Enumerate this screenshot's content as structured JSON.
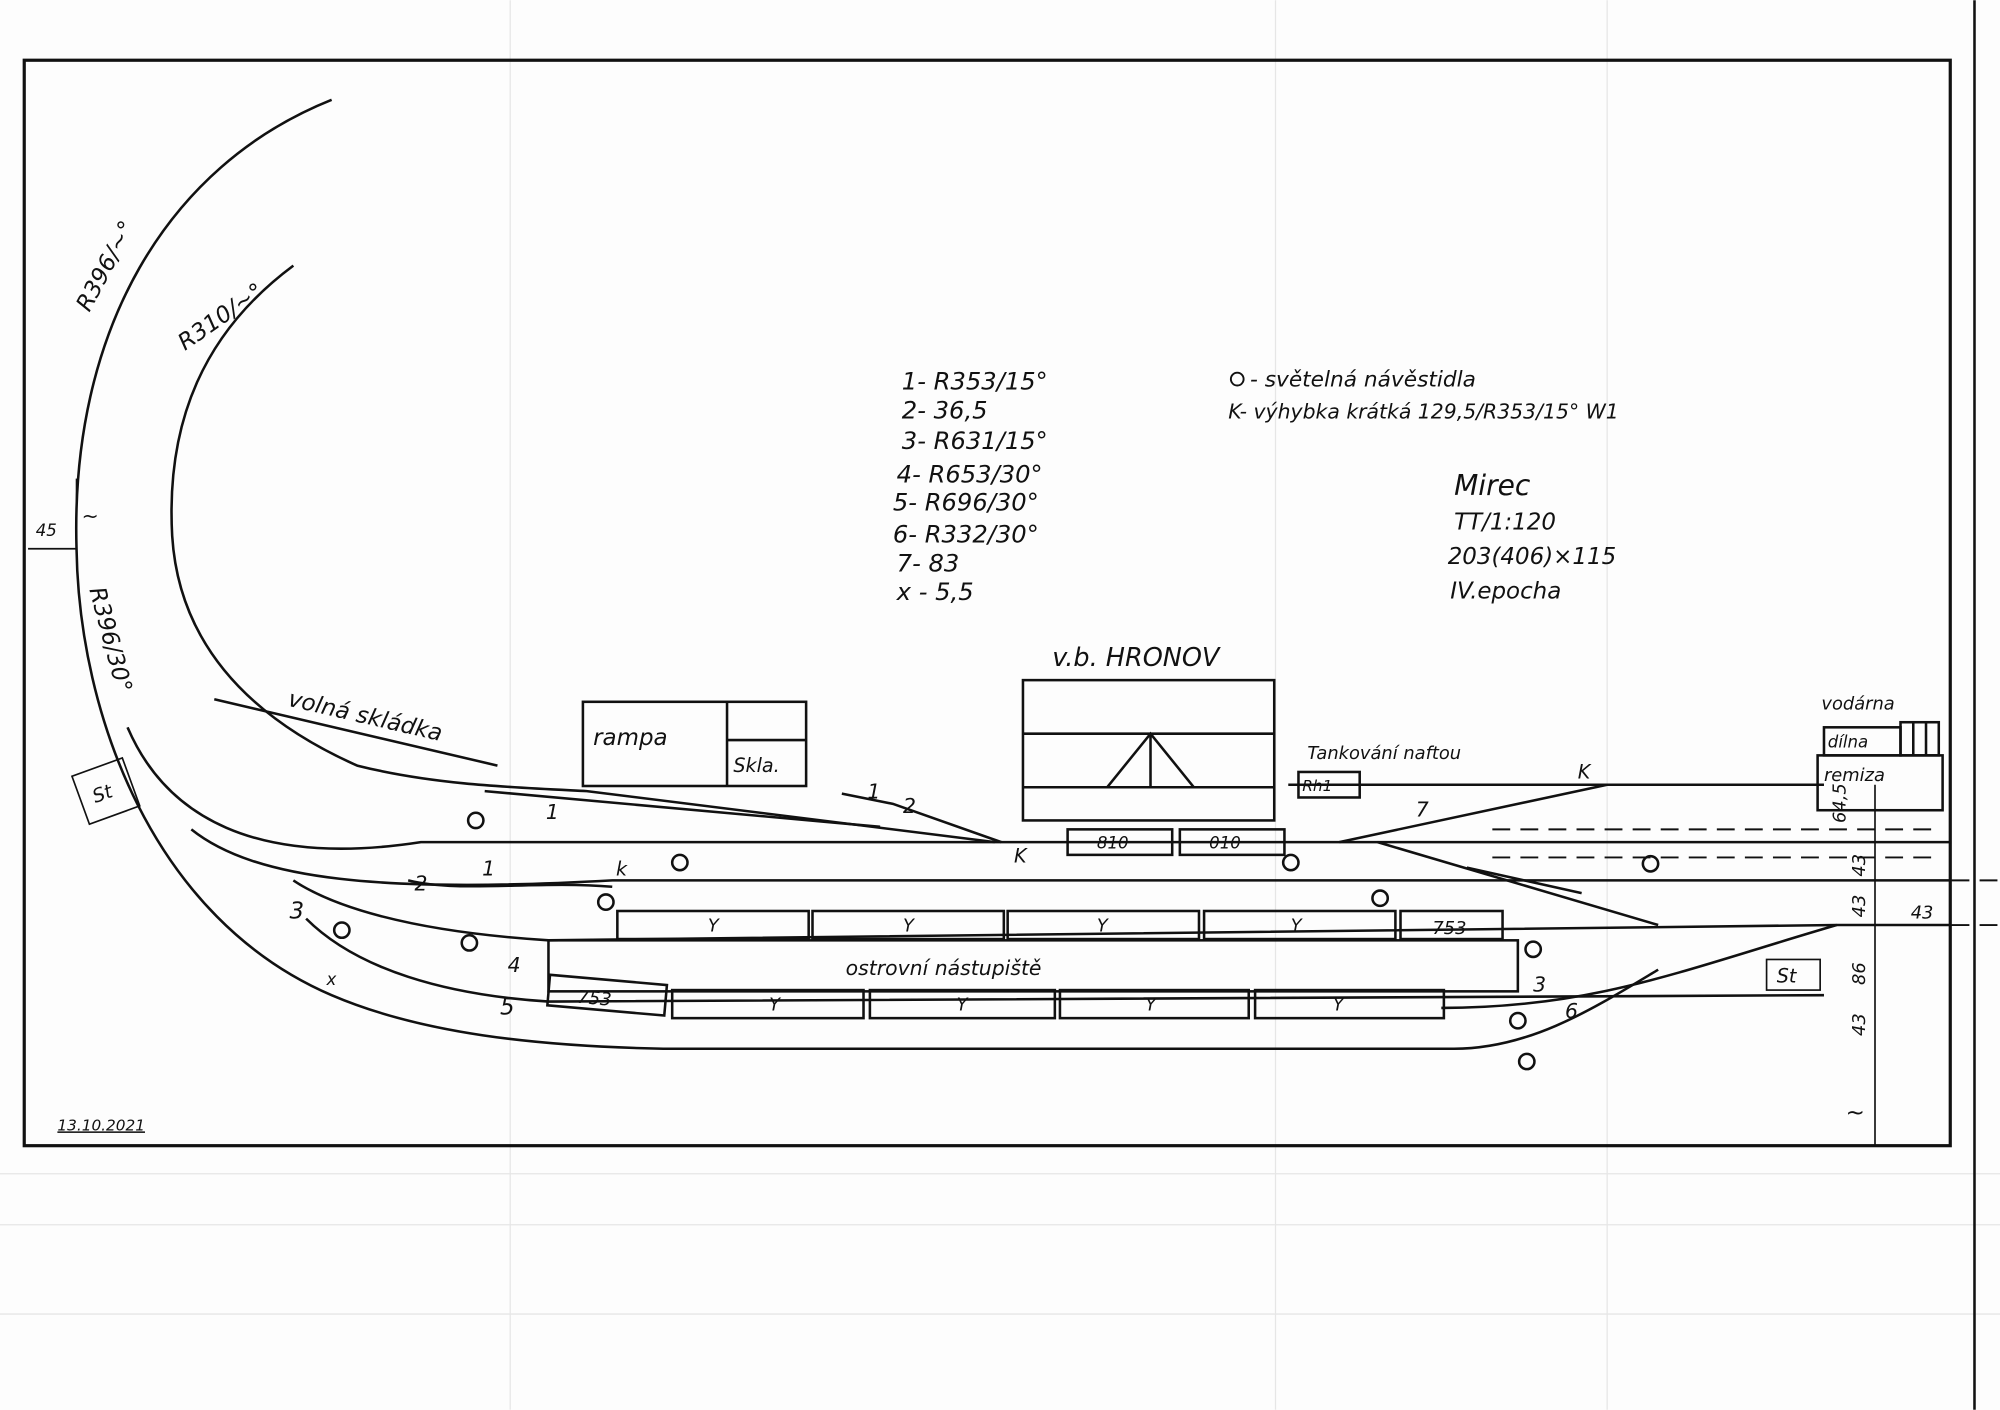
{
  "legend": {
    "items": [
      "1- R353/15°",
      "2- 36,5",
      "3- R631/15°",
      "4- R653/30°",
      "5- R696/30°",
      "6- R332/30°",
      "7- 83",
      "x - 5,5"
    ],
    "signal": "- světelná návěstidla",
    "turnout": "K- výhybka krátká  129,5/R353/15°  W1"
  },
  "info": {
    "author": "Mirec",
    "scale": "TT/1:120",
    "size": "203(406)×115",
    "epoch": "IV.epocha"
  },
  "station": "v.b. HRONOV",
  "labels": {
    "yard": "volná skládka",
    "ramp": "rampa",
    "storage": "Skla.",
    "fuel": "Tankování naftou",
    "fuel_box": "Rh1",
    "water": "vodárna",
    "workshop": "dílna",
    "shed": "remiza",
    "platform": "ostrovní nástupiště",
    "st_left": "St",
    "st_right": "St",
    "date": "13.10.2021"
  },
  "radii": {
    "outer": "R396/~°",
    "inner": "R310/~°",
    "lower": "R396/30°"
  },
  "dims": {
    "left": "45",
    "right_a": "64,5",
    "right_b": "43",
    "right_c": "43",
    "right_d": "86",
    "right_e": "43",
    "right_f": "~",
    "right_g": "43",
    "left_tilde": "~"
  },
  "cars": {
    "top": [
      "810",
      "010"
    ],
    "row1": [
      "Y",
      "Y",
      "Y",
      "Y",
      "753"
    ],
    "row2": [
      "753",
      "Y",
      "Y",
      "Y",
      "Y"
    ]
  },
  "track_numbers": {
    "t1a": "1",
    "t1b": "1",
    "t1c": "1",
    "t2a": "2",
    "t2b": "2",
    "t3a": "3",
    "t3b": "3",
    "t4": "4",
    "t5": "5",
    "t6": "6",
    "t7": "7",
    "x": "x",
    "k1": "K",
    "k2": "k",
    "k3": "K"
  }
}
